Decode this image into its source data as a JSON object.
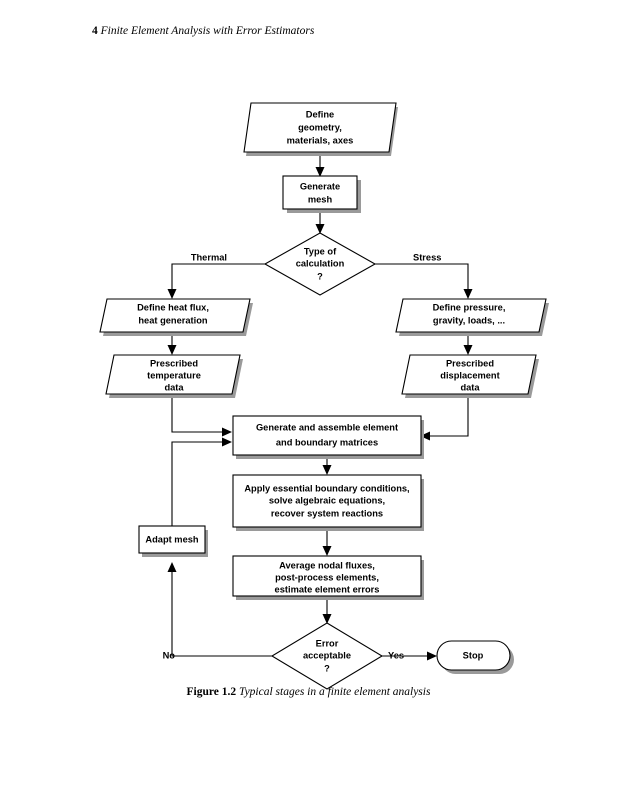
{
  "page": {
    "running_head_number": "4",
    "running_head_title": "Finite Element Analysis with Error Estimators",
    "caption_label": "Figure 1.2",
    "caption_text": "Typical stages in a finite element analysis",
    "background_color": "#ffffff",
    "ink_color": "#000000",
    "shadow_color": "#9a9a9a"
  },
  "flowchart": {
    "title": "Typical stages in a finite element analysis",
    "type": "flowchart",
    "nodes": [
      {
        "id": "define-geometry",
        "shape": "parallelogram",
        "lines": [
          "Define",
          "geometry,",
          "materials, axes"
        ]
      },
      {
        "id": "generate-mesh",
        "shape": "rectangle",
        "lines": [
          "Generate",
          "mesh"
        ]
      },
      {
        "id": "type-of-calculation",
        "shape": "diamond",
        "lines": [
          "Type of",
          "calculation",
          "?"
        ]
      },
      {
        "id": "define-heat-flux",
        "shape": "parallelogram",
        "lines": [
          "Define heat flux,",
          "heat generation"
        ]
      },
      {
        "id": "define-pressure",
        "shape": "parallelogram",
        "lines": [
          "Define pressure,",
          "gravity, loads, ..."
        ]
      },
      {
        "id": "prescribed-temperature",
        "shape": "parallelogram",
        "lines": [
          "Prescribed",
          "temperature",
          "data"
        ]
      },
      {
        "id": "prescribed-displacement",
        "shape": "parallelogram",
        "lines": [
          "Prescribed",
          "displacement",
          "data"
        ]
      },
      {
        "id": "generate-assemble",
        "shape": "rectangle",
        "lines": [
          "Generate and assemble element",
          "and boundary matrices"
        ]
      },
      {
        "id": "apply-essential",
        "shape": "rectangle",
        "lines": [
          "Apply essential boundary conditions,",
          "solve algebraic equations,",
          "recover system reactions"
        ]
      },
      {
        "id": "adapt-mesh",
        "shape": "rectangle",
        "lines": [
          "Adapt mesh"
        ]
      },
      {
        "id": "average-nodal-fluxes",
        "shape": "rectangle",
        "lines": [
          "Average nodal fluxes,",
          "post-process elements,",
          "estimate element errors"
        ]
      },
      {
        "id": "error-acceptable",
        "shape": "diamond",
        "lines": [
          "Error",
          "acceptable",
          "?"
        ]
      },
      {
        "id": "stop",
        "shape": "terminator",
        "lines": [
          "Stop"
        ]
      }
    ],
    "edge_labels": {
      "thermal": "Thermal",
      "stress": "Stress",
      "no": "No",
      "yes": "Yes"
    }
  }
}
